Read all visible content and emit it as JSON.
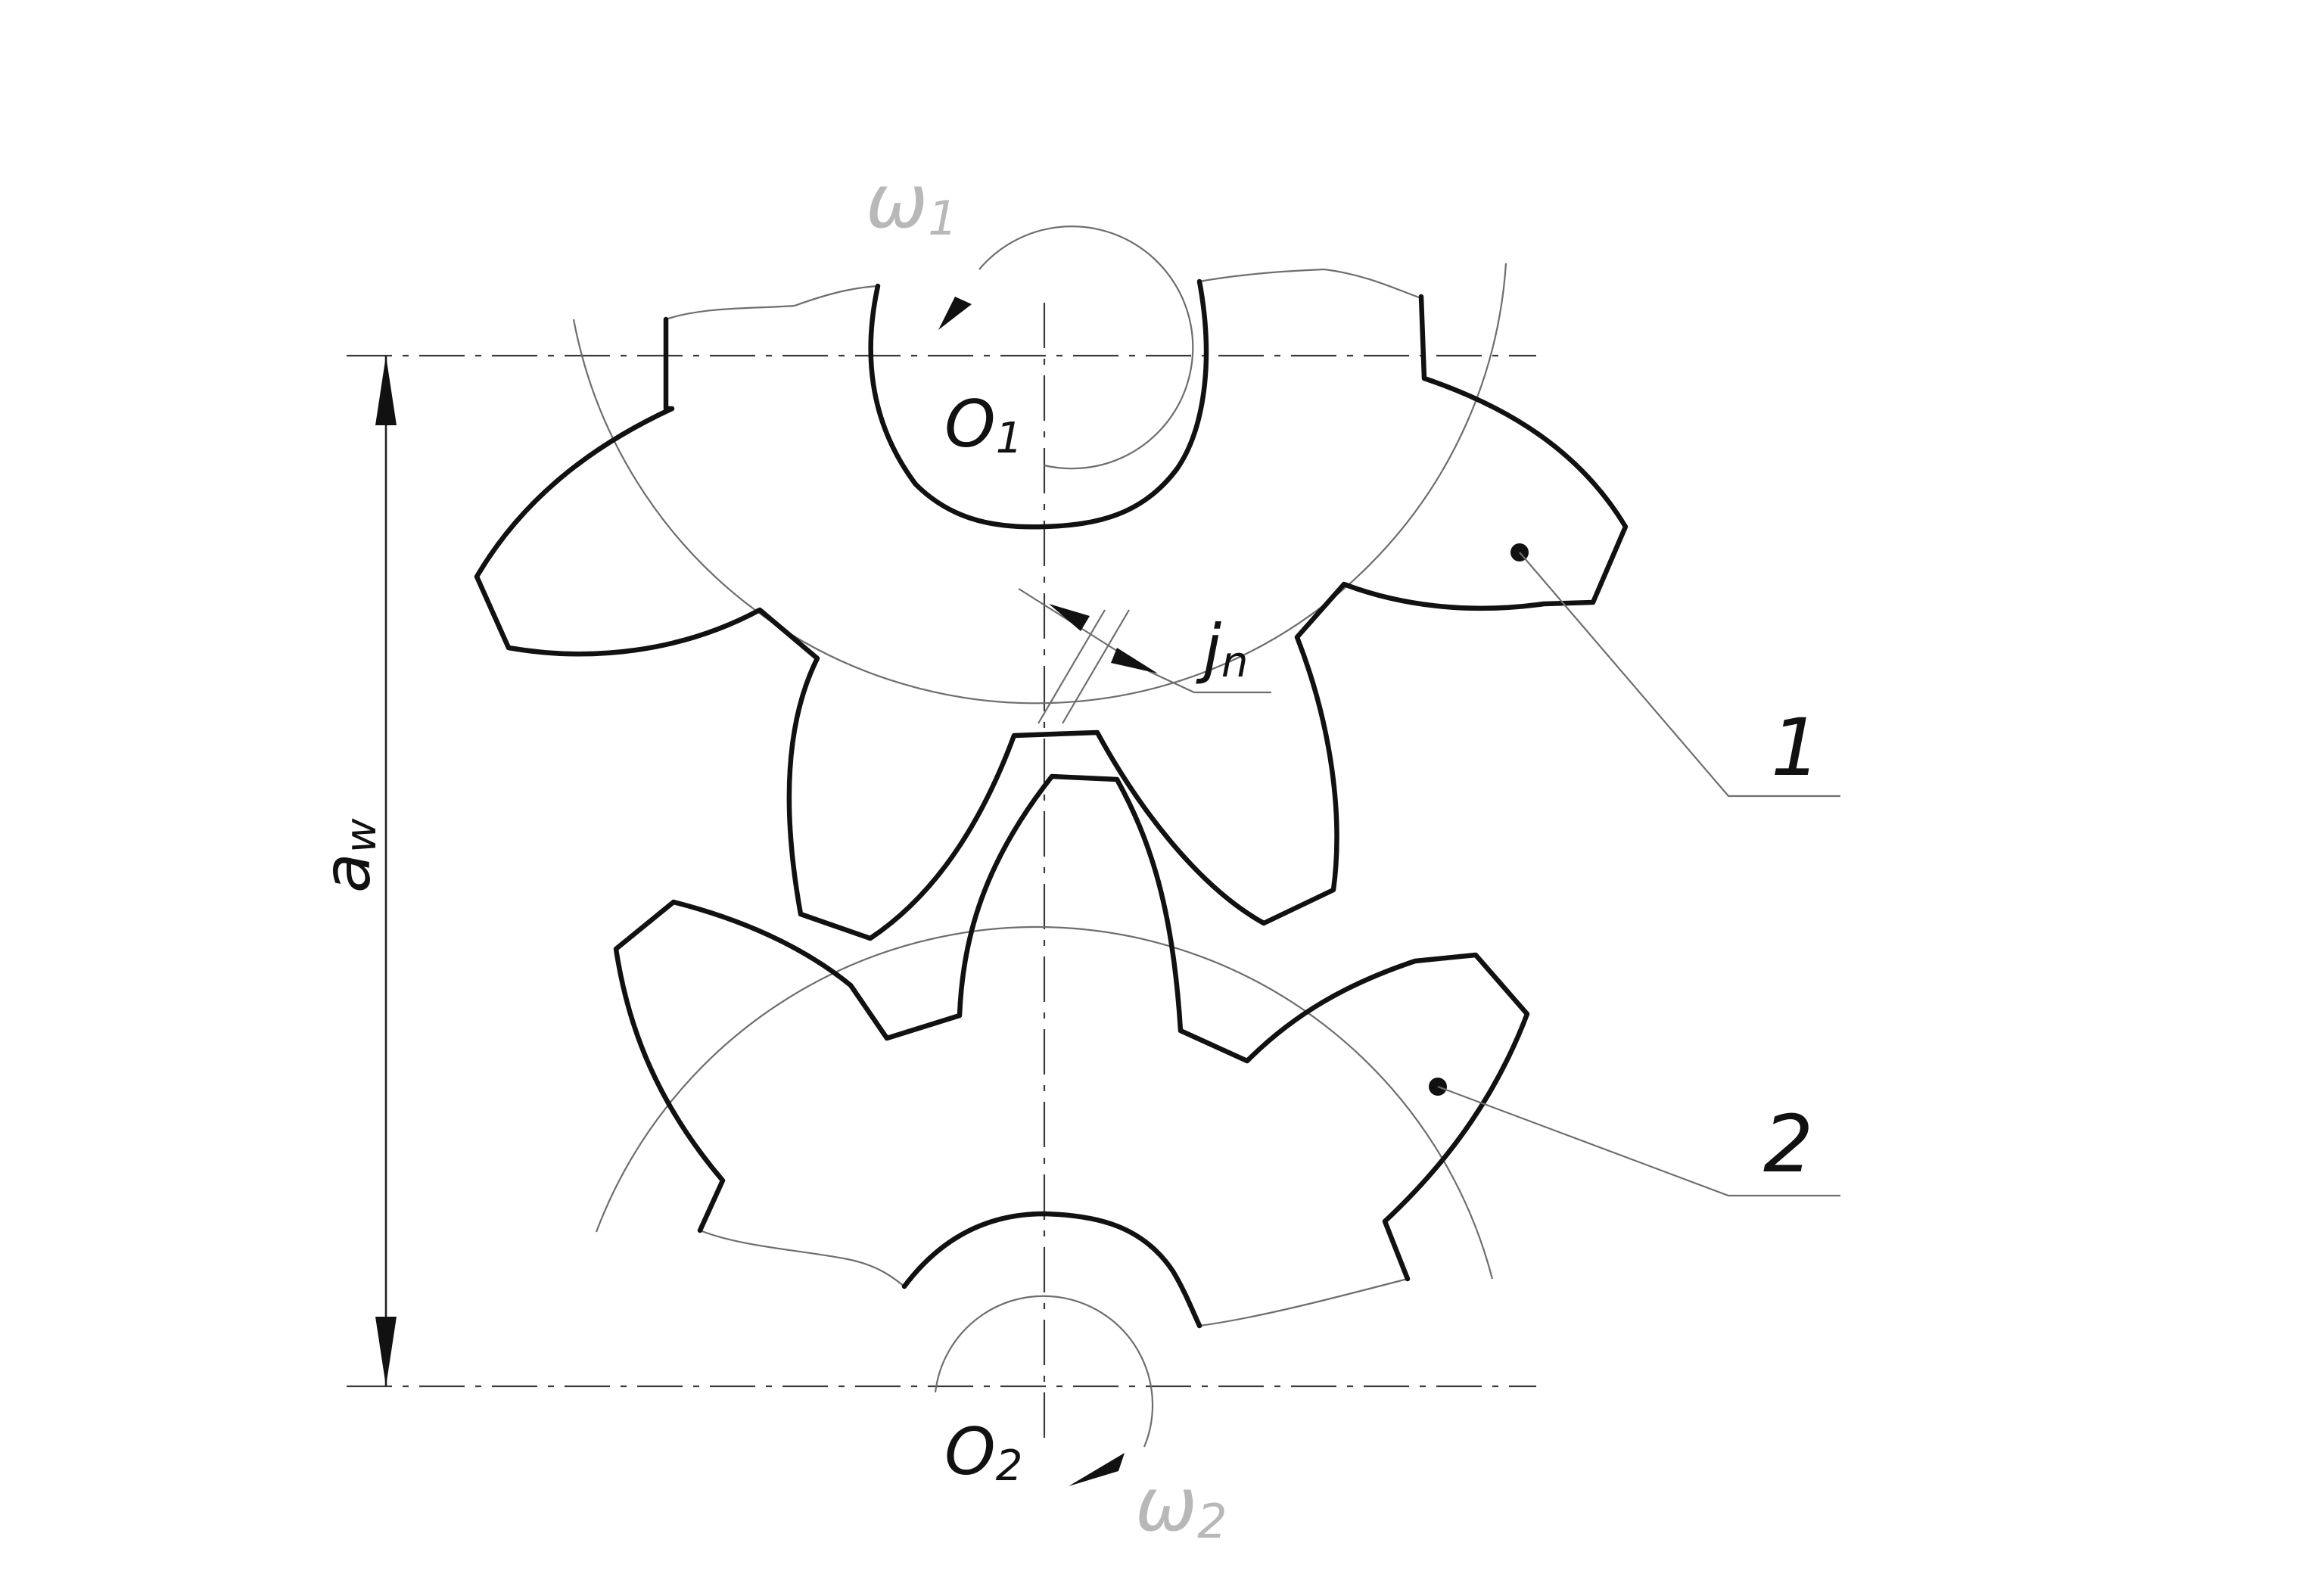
{
  "labels": {
    "omega1": "ω",
    "omega1_sub": "1",
    "omega2": "ω",
    "omega2_sub": "2",
    "o1": "O",
    "o1_sub": "1",
    "o2": "O",
    "o2_sub": "2",
    "jn": "j",
    "jn_sub": "n",
    "aw": "a",
    "aw_sub": "w",
    "part1": "1",
    "part2": "2"
  }
}
